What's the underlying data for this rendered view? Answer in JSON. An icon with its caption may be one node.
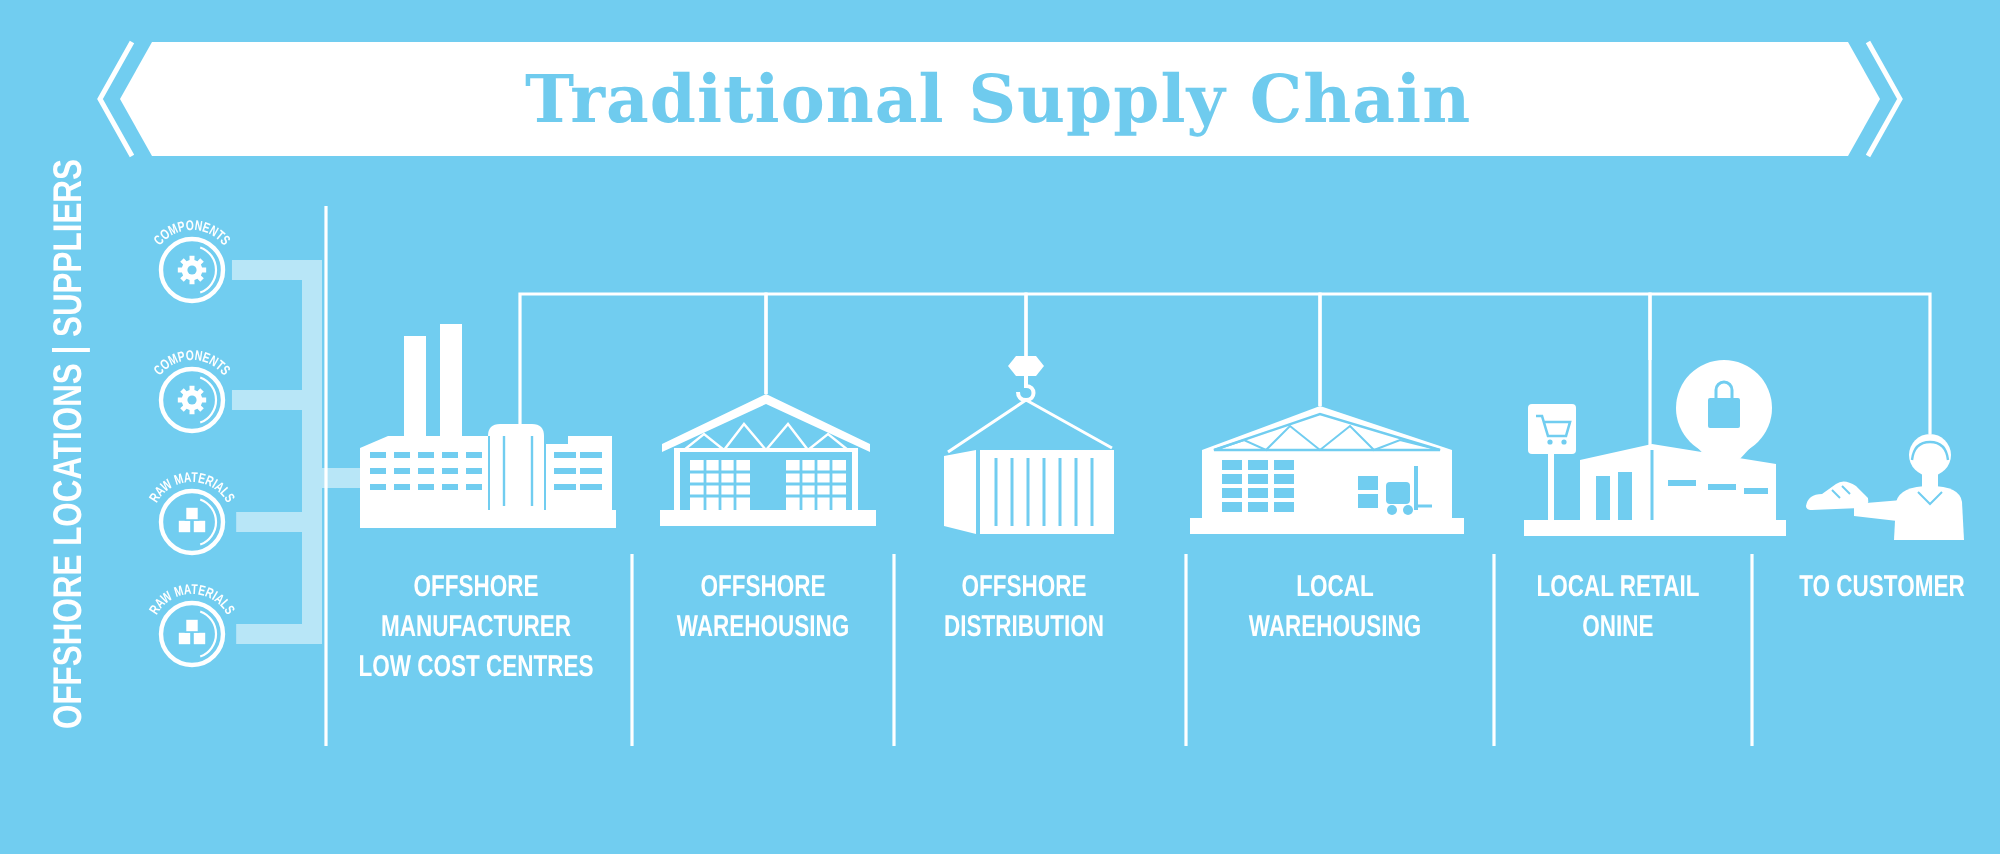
{
  "diagram": {
    "title": "Traditional Supply Chain",
    "nodes": [
      {
        "text": [
          "COMPONENTS"
        ]
      },
      {
        "text": [
          "COMPONENTS"
        ]
      },
      {
        "text": [
          "RAW MATERIALS"
        ]
      },
      {
        "text": [
          "RAW MATERIALS"
        ]
      },
      {
        "text": [
          "OFFSHORE MANUFACTURER LOW COST CENTRES"
        ]
      },
      {
        "text": [
          "OFFSHORE WAREHOUSING"
        ]
      },
      {
        "text": [
          "OFFSHORE DISTRIBUTION"
        ]
      },
      {
        "text": [
          "LOCAL WAREHOUSING"
        ]
      },
      {
        "text": [
          "LOCAL RETAIL ONINE"
        ]
      },
      {
        "text": [
          "TO CUSTOMER"
        ]
      }
    ],
    "edges": [
      {
        "from": 0,
        "to": 4,
        "arrow": "none",
        "style": "thick",
        "color": "#b8e6f7"
      },
      {
        "from": 1,
        "to": 4,
        "arrow": "none",
        "style": "thick",
        "color": "#b8e6f7"
      },
      {
        "from": 2,
        "to": 4,
        "arrow": "none",
        "style": "thick",
        "color": "#b8e6f7"
      },
      {
        "from": 3,
        "to": 4,
        "arrow": "none",
        "style": "thick",
        "color": "#b8e6f7"
      },
      {
        "from": 4,
        "to": 5,
        "arrow": "none"
      },
      {
        "from": 5,
        "to": 6,
        "arrow": "none"
      },
      {
        "from": 6,
        "to": 7,
        "arrow": "none"
      },
      {
        "from": 7,
        "to": 8,
        "arrow": "none"
      },
      {
        "from": 8,
        "to": 9,
        "arrow": "none"
      }
    ],
    "labels": [
      "OFFSHORE LOCATIONS | SUPPLIERS"
    ]
  }
}
